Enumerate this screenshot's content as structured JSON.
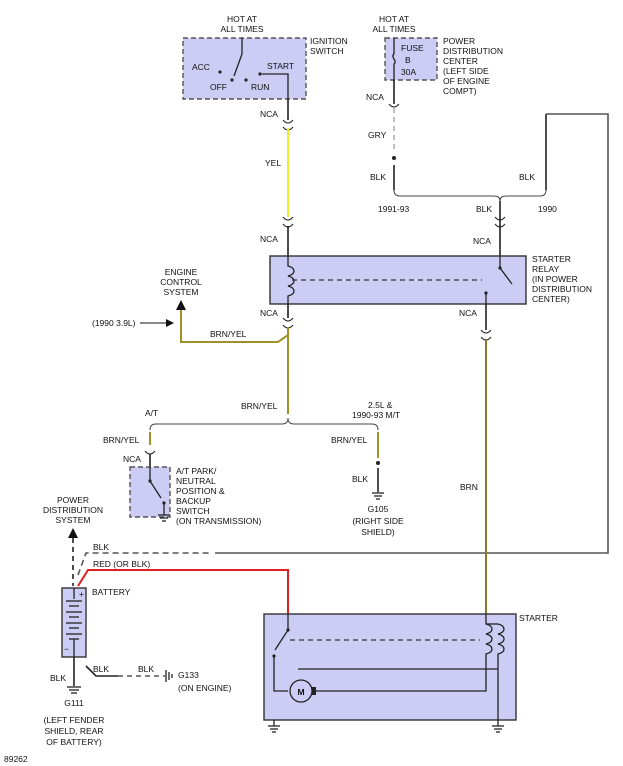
{
  "diagram_id": "89262",
  "colors": {
    "yel": "#f3ea2e",
    "brn": "#8a7a2c",
    "brn_yel": "#a09028",
    "red": "#e02020",
    "blk": "#222222",
    "gry": "#b8b8b8",
    "box_fill": "#ccccf5"
  },
  "ignition": {
    "hot": [
      "HOT AT",
      "ALL TIMES"
    ],
    "name": [
      "IGNITION",
      "SWITCH"
    ],
    "acc": "ACC",
    "off": "OFF",
    "run": "RUN",
    "start": "START"
  },
  "fuse": {
    "hot": [
      "HOT AT",
      "ALL TIMES"
    ],
    "label": "FUSE",
    "id": "B",
    "rating": "30A",
    "pdc": [
      "POWER",
      "DISTRIBUTION",
      "CENTER",
      "(LEFT SIDE",
      "OF ENGINE",
      "COMPT)"
    ]
  },
  "wires": {
    "nca": "NCA",
    "gry": "GRY",
    "blk": "BLK",
    "yel": "YEL",
    "brn_yel": "BRN/YEL",
    "brn": "BRN",
    "red_or_blk": "RED (OR BLK)",
    "y1991_93": "1991-93",
    "y1990": "1990"
  },
  "ecs": {
    "name": [
      "ENGINE",
      "CONTROL",
      "SYSTEM"
    ],
    "note": "(1990 3.9L)"
  },
  "relay": {
    "name": [
      "STARTER",
      "RELAY",
      "(IN POWER",
      "DISTRIBUTION",
      "CENTER)"
    ]
  },
  "branches": {
    "at": "A/T",
    "mt": [
      "2.5L &",
      "1990-93 M/T"
    ]
  },
  "park_switch": {
    "name": [
      "A/T PARK/",
      "NEUTRAL",
      "POSITION &",
      "BACKUP",
      "SWITCH",
      "(ON TRANSMISSION)"
    ]
  },
  "g105": {
    "id": "G105",
    "loc": [
      "(RIGHT SIDE",
      "SHIELD)"
    ]
  },
  "pds": {
    "name": [
      "POWER",
      "DISTRIBUTION",
      "SYSTEM"
    ]
  },
  "battery": {
    "name": "BATTERY",
    "plus": "+",
    "minus": "−"
  },
  "g111": {
    "id": "G111",
    "loc": [
      "(LEFT FENDER",
      "SHIELD, REAR",
      "OF BATTERY)"
    ]
  },
  "g133": {
    "id": "G133",
    "loc": "(ON ENGINE)"
  },
  "starter": {
    "name": "STARTER",
    "motor": "M"
  }
}
